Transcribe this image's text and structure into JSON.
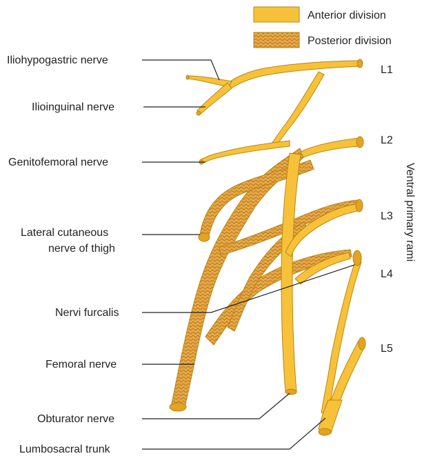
{
  "legend": {
    "anterior": "Anterior division",
    "posterior": "Posterior division"
  },
  "labels": {
    "iliohypogastric": "Iliohypogastric nerve",
    "ilioinguinal": "Ilioinguinal nerve",
    "genitofemoral": "Genitofemoral nerve",
    "lateral_cutaneous_1": "Lateral cutaneous",
    "lateral_cutaneous_2": "nerve of thigh",
    "nervi_furcalis": "Nervi furcalis",
    "femoral": "Femoral nerve",
    "obturator": "Obturator nerve",
    "lumbosacral": "Lumbosacral trunk"
  },
  "levels": [
    "L1",
    "L2",
    "L3",
    "L4",
    "L5"
  ],
  "side_label": "Ventral primary rami",
  "colors": {
    "anterior_fill": "#F7C23A",
    "anterior_edge": "#B9860F",
    "posterior_fill": "#E0A13A",
    "posterior_hatch": "#A86A18",
    "cut_end": "#E3A323"
  }
}
